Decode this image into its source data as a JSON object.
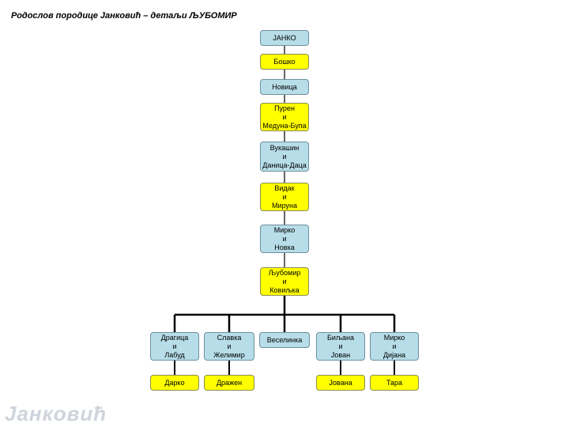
{
  "title": "Родослов породице Јанковић – детаљи ЉУБОМИР",
  "footer": "Јанковић",
  "colors": {
    "blue": "#b7dde8",
    "yellow": "#ffff00",
    "line": "#000000"
  },
  "ancestors": [
    {
      "lines": [
        "ЈАНКО"
      ],
      "color": "blue"
    },
    {
      "lines": [
        "Бошко"
      ],
      "color": "yellow"
    },
    {
      "lines": [
        "Новица"
      ],
      "color": "blue"
    },
    {
      "lines": [
        "Пурен",
        "и",
        "Медуна-Бупа"
      ],
      "color": "yellow"
    },
    {
      "lines": [
        "Вукашин",
        "и",
        "Даница-Даца"
      ],
      "color": "blue"
    },
    {
      "lines": [
        "Видак",
        "и",
        "Мируна"
      ],
      "color": "yellow"
    },
    {
      "lines": [
        "Мирко",
        "и",
        "Новка"
      ],
      "color": "blue"
    },
    {
      "lines": [
        "Љубомир",
        "и",
        "Ковиљка"
      ],
      "color": "yellow"
    }
  ],
  "children": [
    {
      "lines": [
        "Драгица",
        "и",
        "Лабуд"
      ],
      "color": "blue"
    },
    {
      "lines": [
        "Славка",
        "и",
        "Желимир"
      ],
      "color": "blue"
    },
    {
      "lines": [
        "Веселинка"
      ],
      "color": "blue"
    },
    {
      "lines": [
        "Биљана",
        "и",
        "Јован"
      ],
      "color": "blue"
    },
    {
      "lines": [
        "Мирко",
        "и",
        "Дијана"
      ],
      "color": "blue"
    }
  ],
  "grandchildren": [
    {
      "lines": [
        "Дарко"
      ],
      "color": "yellow",
      "parent": 0
    },
    {
      "lines": [
        "Дражен"
      ],
      "color": "yellow",
      "parent": 1
    },
    {
      "lines": [
        "Јована"
      ],
      "color": "yellow",
      "parent": 3
    },
    {
      "lines": [
        "Тара"
      ],
      "color": "yellow",
      "parent": 4
    }
  ]
}
